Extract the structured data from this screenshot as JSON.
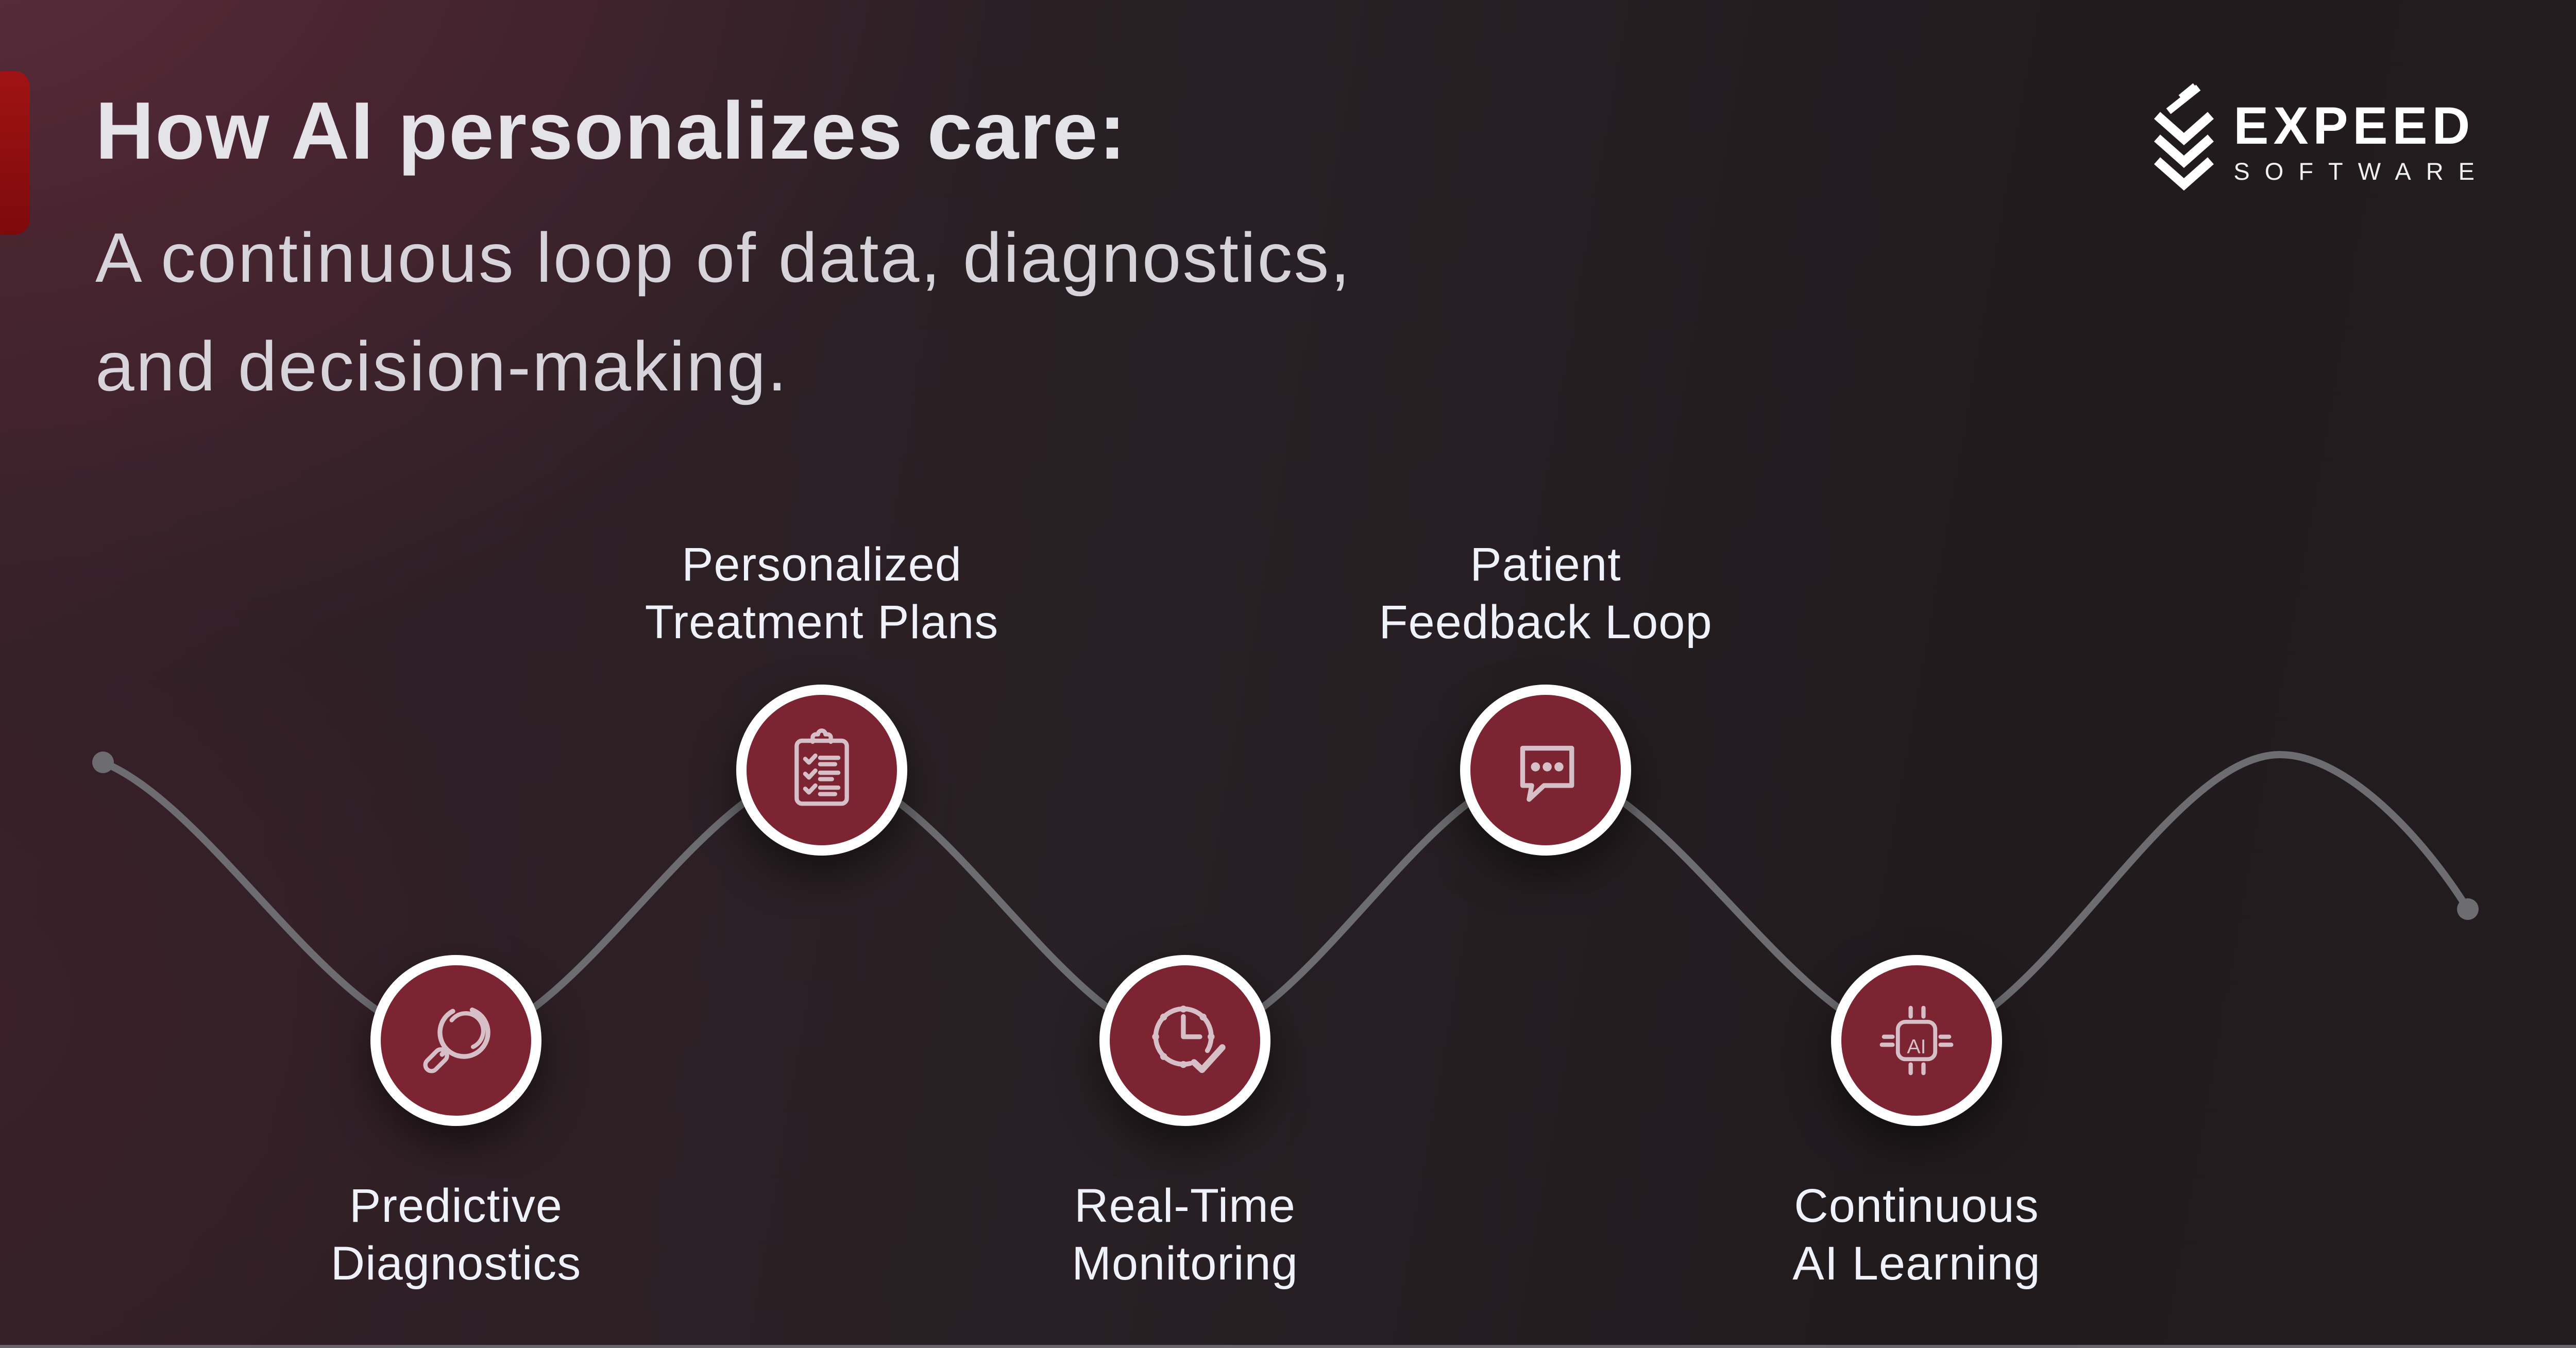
{
  "page": {
    "background_dark": "#231c1f",
    "background_maroon": "#4a2531",
    "bottom_edge_color": "#67646a"
  },
  "accent_bar": {
    "color": "#9a1011"
  },
  "header": {
    "title": "How AI personalizes care:",
    "subtitle_line1": "A continuous loop of data, diagnostics,",
    "subtitle_line2": "and decision-making."
  },
  "logo": {
    "name": "EXPEED",
    "subtext": "SOFTWARE"
  },
  "diagram": {
    "line_color": "#6d6d71",
    "node_fill": "#7d2433",
    "node_ring_color": "#ffffff",
    "icon_stroke": "#d6bfc7",
    "ai_chip_text": "AI",
    "nodes": [
      {
        "label_lines": [
          "Predictive",
          "Diagnostics"
        ],
        "icon": "magnifier-icon",
        "label_position": "below"
      },
      {
        "label_lines": [
          "Personalized",
          "Treatment Plans"
        ],
        "icon": "clipboard-checklist-icon",
        "label_position": "above"
      },
      {
        "label_lines": [
          "Real-Time",
          "Monitoring"
        ],
        "icon": "clock-check-icon",
        "label_position": "below"
      },
      {
        "label_lines": [
          "Patient",
          "Feedback Loop"
        ],
        "icon": "chat-bubble-icon",
        "label_position": "above"
      },
      {
        "label_lines": [
          "Continuous",
          "AI Learning"
        ],
        "icon": "ai-chip-icon",
        "label_position": "below"
      }
    ]
  }
}
